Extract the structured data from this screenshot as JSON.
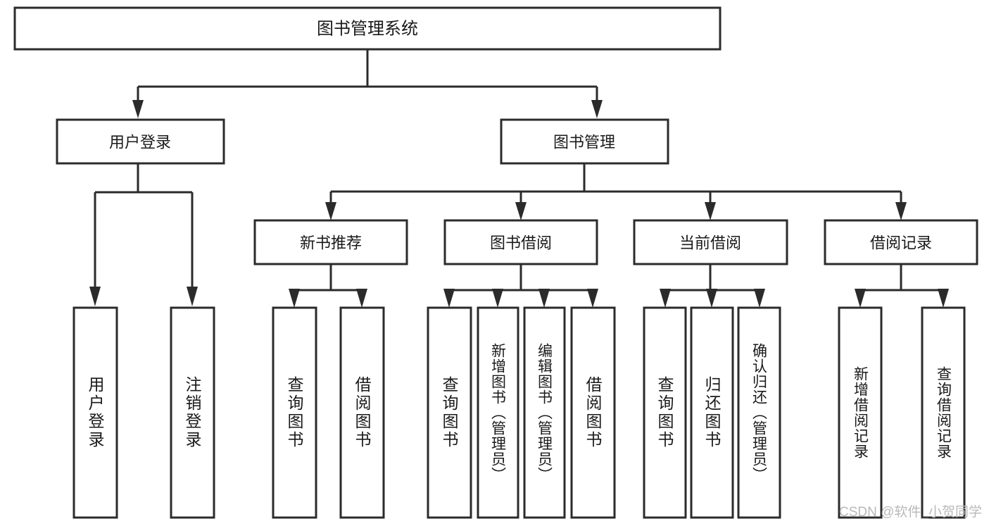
{
  "diagram": {
    "type": "tree",
    "title": "图书管理系统",
    "orientation": "top-down",
    "colors": {
      "stroke": "#2b2b2b",
      "fill": "#ffffff",
      "text": "#1a1a1a",
      "watermark": "#b9b9b9"
    },
    "root": {
      "label": "图书管理系统"
    },
    "level2": [
      {
        "label": "用户登录"
      },
      {
        "label": "图书管理"
      }
    ],
    "level3": [
      {
        "label": "新书推荐"
      },
      {
        "label": "图书借阅"
      },
      {
        "label": "当前借阅"
      },
      {
        "label": "借阅记录"
      }
    ],
    "leaves": {
      "user_login": [
        {
          "label": "用户登录"
        },
        {
          "label": "注销登录"
        }
      ],
      "new_book": [
        {
          "label": "查询图书"
        },
        {
          "label": "借阅图书"
        }
      ],
      "book_borrow": [
        {
          "label": "查询图书"
        },
        {
          "label": "新增图书（管理员）"
        },
        {
          "label": "编辑图书（管理员）"
        },
        {
          "label": "借阅图书"
        }
      ],
      "current_borrow": [
        {
          "label": "查询图书"
        },
        {
          "label": "归还图书"
        },
        {
          "label": "确认归还（管理员）"
        }
      ],
      "borrow_record": [
        {
          "label": "新增借阅记录"
        },
        {
          "label": "查询借阅记录"
        }
      ]
    }
  },
  "watermark": {
    "text": "CSDN @软件_小贺同学"
  }
}
